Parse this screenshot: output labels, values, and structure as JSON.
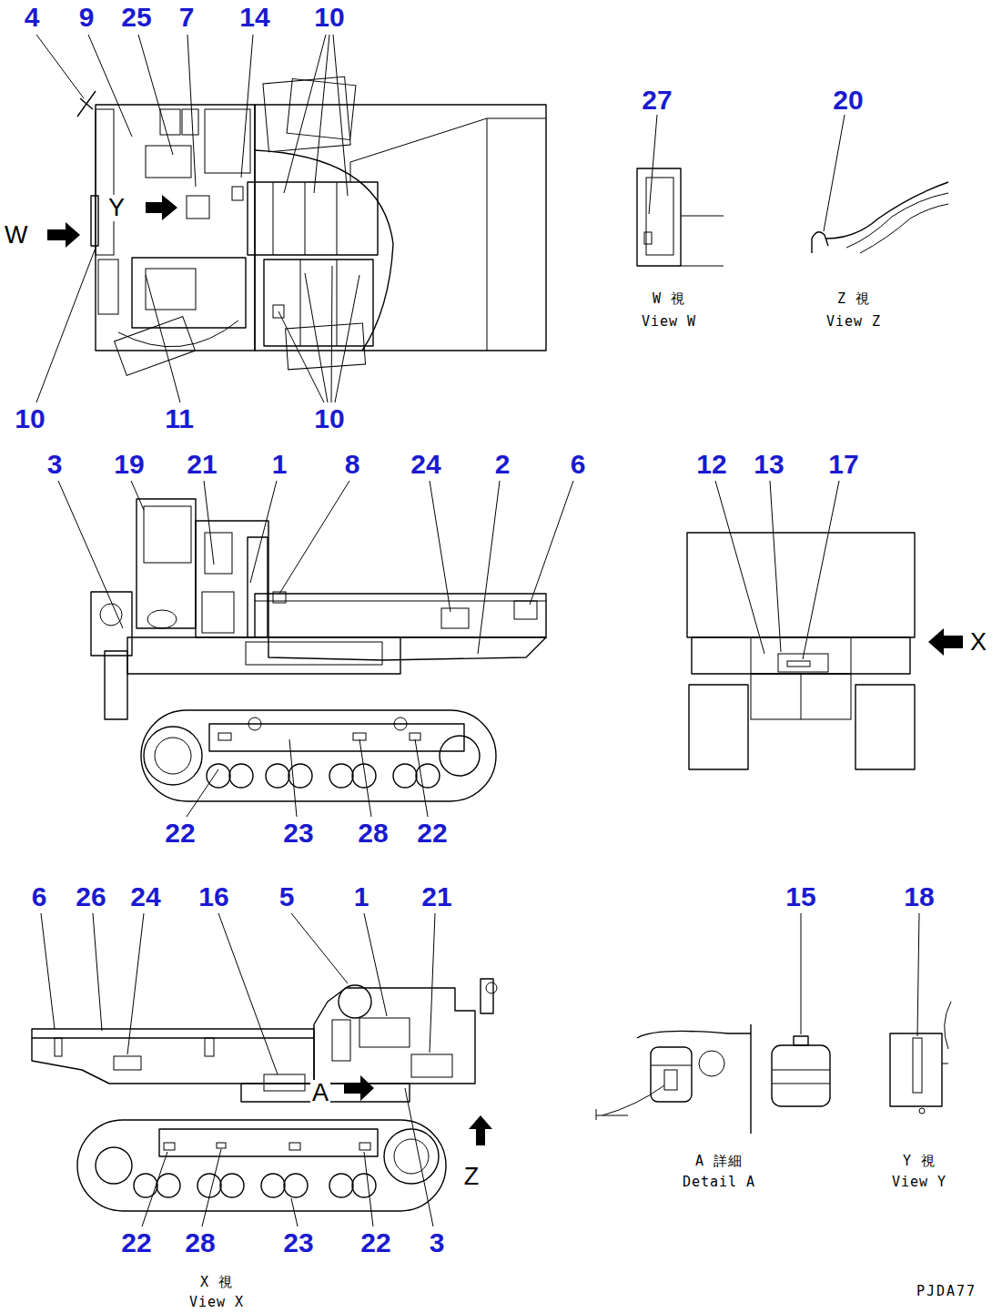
{
  "diagram": {
    "labels": [
      "4",
      "9",
      "25",
      "7",
      "14",
      "10",
      "W",
      "Y",
      "10",
      "11",
      "10",
      "27",
      "W 視",
      "View W",
      "20",
      "Z 視",
      "View Z",
      "3",
      "19",
      "21",
      "1",
      "8",
      "24",
      "2",
      "6",
      "12",
      "13",
      "17",
      "X",
      "22",
      "23",
      "28",
      "22",
      "6",
      "26",
      "24",
      "16",
      "5",
      "1",
      "21",
      "15",
      "18",
      "A",
      "Z",
      "22",
      "28",
      "23",
      "22",
      "3",
      "A 詳細",
      "Detail A",
      "Y 視",
      "View Y",
      "X 視",
      "View X",
      "PJDA77"
    ]
  }
}
